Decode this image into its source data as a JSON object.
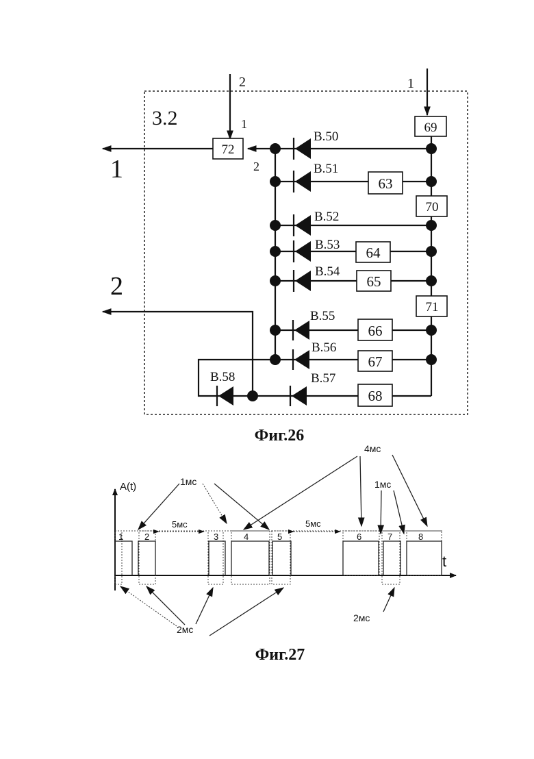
{
  "fig26": {
    "block_label": "3.2",
    "caption": "Фиг.26",
    "input_1": "1",
    "input_2": "2",
    "output_1": "1",
    "output_2": "2",
    "box72_pin_top": "1",
    "box72_pin_right": "2",
    "boxes": {
      "b69": "69",
      "b70": "70",
      "b71": "71",
      "b72": "72",
      "b63": "63",
      "b64": "64",
      "b65": "65",
      "b66": "66",
      "b67": "67",
      "b68": "68"
    },
    "diodes": {
      "d50": "B.50",
      "d51": "B.51",
      "d52": "B.52",
      "d53": "B.53",
      "d54": "B.54",
      "d55": "B.55",
      "d56": "B.56",
      "d57": "B.57",
      "d58": "B.58"
    }
  },
  "fig27": {
    "caption": "Фиг.27",
    "y_axis_label": "A(t)",
    "x_axis_label": "t",
    "pulse_labels": [
      "1",
      "2",
      "3",
      "4",
      "5",
      "6",
      "7",
      "8"
    ],
    "annotations": {
      "one_ms_top": "1мс",
      "five_ms_left": "5мс",
      "five_ms_right": "5мс",
      "four_ms": "4мс",
      "one_ms_right": "1мс",
      "two_ms_bottom": "2мс",
      "two_ms_right": "2мс"
    }
  }
}
